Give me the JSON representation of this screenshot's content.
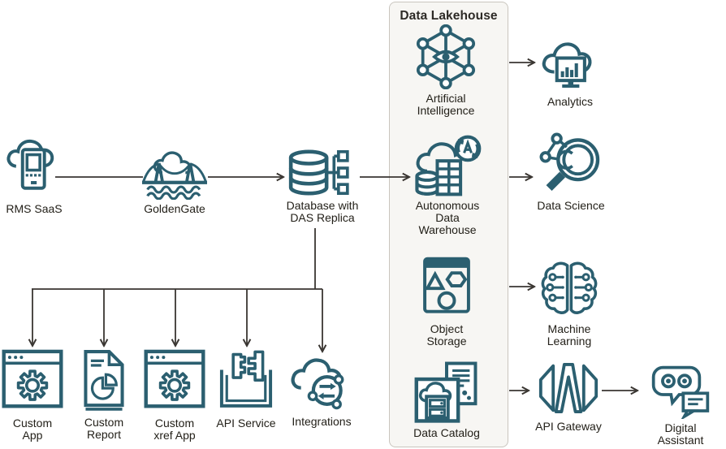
{
  "colors": {
    "icon_color": "#2b5f70",
    "arrow_color": "#3a3632",
    "text_color": "#232019",
    "panel_bg": "#f7f6f3",
    "panel_border": "#c9c5be"
  },
  "panel": {
    "title": "Data Lakehouse"
  },
  "nodes": {
    "rms_saas": {
      "label": "RMS SaaS",
      "icon": "cloud-mobile-device-icon"
    },
    "goldengate": {
      "label": "GoldenGate",
      "icon": "bridge-icon"
    },
    "database_das": {
      "label": "Database with\nDAS Replica",
      "icon": "database-replica-icon"
    },
    "artificial_intelligence": {
      "label": "Artificial\nIntelligence",
      "icon": "hex-network-eye-icon"
    },
    "autonomous_data_warehouse": {
      "label": "Autonomous\nData\nWarehouse",
      "icon": "cloud-warehouse-sync-icon"
    },
    "object_storage": {
      "label": "Object\nStorage",
      "icon": "shapes-window-icon"
    },
    "data_catalog": {
      "label": "Data Catalog",
      "icon": "cloud-drawers-document-icon"
    },
    "analytics": {
      "label": "Analytics",
      "icon": "cloud-bar-chart-monitor-icon"
    },
    "data_science": {
      "label": "Data Science",
      "icon": "magnifier-nodes-icon"
    },
    "machine_learning": {
      "label": "Machine\nLearning",
      "icon": "brain-circuit-icon"
    },
    "api_gateway": {
      "label": "API Gateway",
      "icon": "gateway-slats-icon"
    },
    "digital_assistant": {
      "label": "Digital Assistant",
      "icon": "robot-chat-icon"
    },
    "custom_app": {
      "label": "Custom\nApp",
      "icon": "window-gear-icon"
    },
    "custom_report": {
      "label": "Custom\nReport",
      "icon": "document-pie-chart-icon"
    },
    "custom_xref_app": {
      "label": "Custom\nxref App",
      "icon": "window-gear-icon"
    },
    "api_service": {
      "label": "API Service",
      "icon": "container-connectors-icon"
    },
    "integrations": {
      "label": "Integrations",
      "icon": "cloud-exchange-arrows-icon"
    }
  },
  "connections": [
    {
      "from": "RMS SaaS",
      "to": "GoldenGate",
      "arrow": false
    },
    {
      "from": "GoldenGate",
      "to": "Database with DAS Replica",
      "arrow": true
    },
    {
      "from": "Database with DAS Replica",
      "to": "Autonomous Data Warehouse",
      "arrow": true
    },
    {
      "from": "Artificial Intelligence",
      "to": "Analytics",
      "arrow": true
    },
    {
      "from": "Autonomous Data Warehouse",
      "to": "Data Science",
      "arrow": true
    },
    {
      "from": "Object Storage",
      "to": "Machine Learning",
      "arrow": true
    },
    {
      "from": "Data Catalog",
      "to": "API Gateway",
      "arrow": true
    },
    {
      "from": "API Gateway",
      "to": "Digital Assistant",
      "arrow": true
    },
    {
      "from": "Database with DAS Replica",
      "to": "Custom App",
      "arrow": true
    },
    {
      "from": "Database with DAS Replica",
      "to": "Custom Report",
      "arrow": true
    },
    {
      "from": "Database with DAS Replica",
      "to": "Custom xref App",
      "arrow": true
    },
    {
      "from": "Database with DAS Replica",
      "to": "API Service",
      "arrow": true
    },
    {
      "from": "Database with DAS Replica",
      "to": "Integrations",
      "arrow": true
    }
  ]
}
